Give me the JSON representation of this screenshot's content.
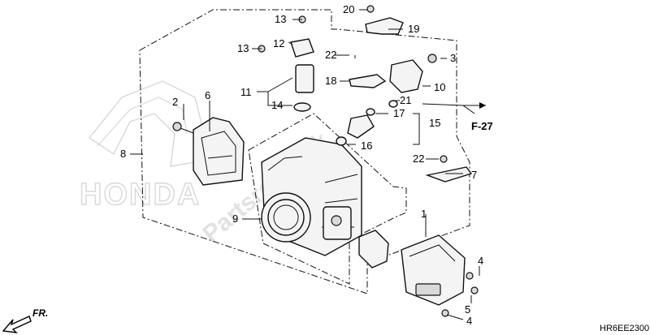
{
  "diagram": {
    "callouts": [
      "1",
      "2",
      "3",
      "4",
      "4",
      "5",
      "6",
      "7",
      "8",
      "9",
      "10",
      "11",
      "12",
      "13",
      "13",
      "14",
      "15",
      "16",
      "17",
      "18",
      "19",
      "20",
      "21",
      "22",
      "22"
    ],
    "figure_ref": "F-27",
    "direction_label": "FR.",
    "watermark": "Partsrepublik",
    "brand": "HONDA",
    "diagram_code": "HR6EE2300"
  }
}
